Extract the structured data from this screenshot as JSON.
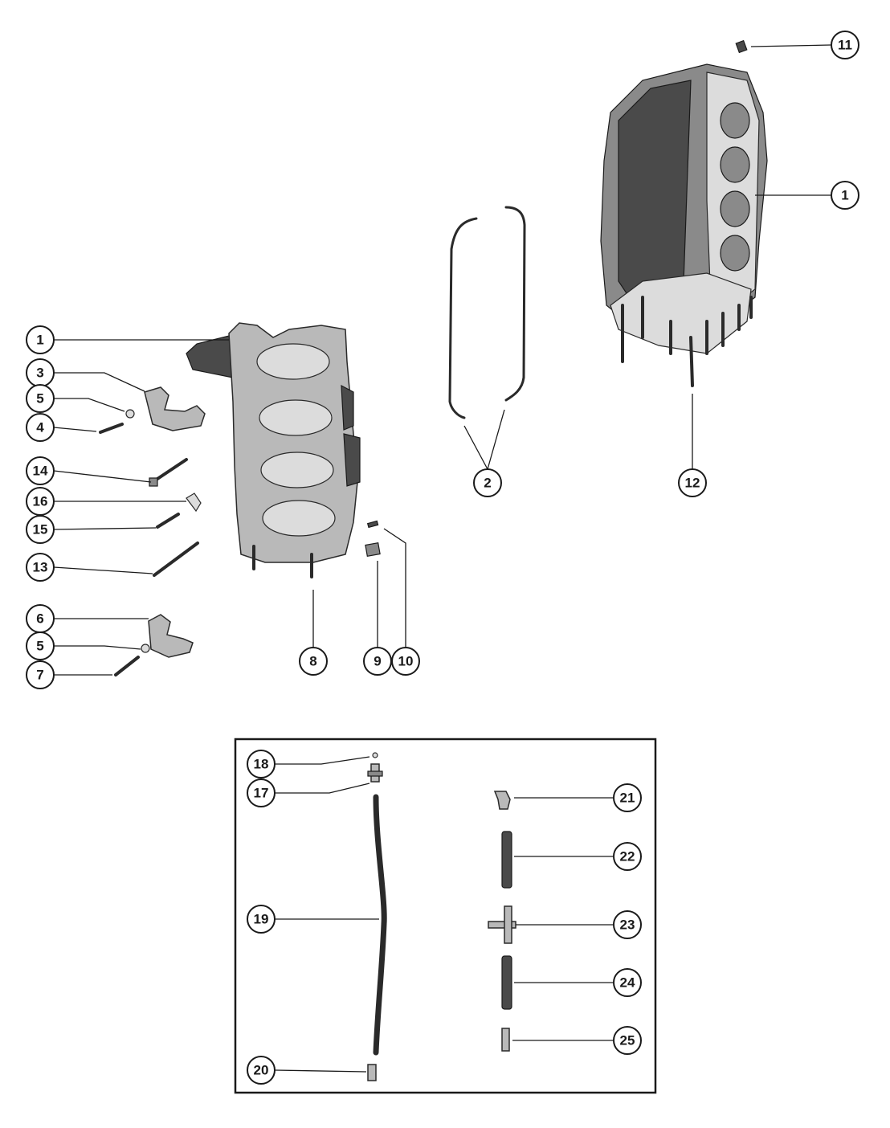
{
  "callouts": [
    {
      "id": "c11",
      "label": "11"
    },
    {
      "id": "c1a",
      "label": "1"
    },
    {
      "id": "c1b",
      "label": "1"
    },
    {
      "id": "c3",
      "label": "3"
    },
    {
      "id": "c5a",
      "label": "5"
    },
    {
      "id": "c4",
      "label": "4"
    },
    {
      "id": "c14",
      "label": "14"
    },
    {
      "id": "c16",
      "label": "16"
    },
    {
      "id": "c15",
      "label": "15"
    },
    {
      "id": "c13",
      "label": "13"
    },
    {
      "id": "c6",
      "label": "6"
    },
    {
      "id": "c5b",
      "label": "5"
    },
    {
      "id": "c7",
      "label": "7"
    },
    {
      "id": "c8",
      "label": "8"
    },
    {
      "id": "c9",
      "label": "9"
    },
    {
      "id": "c10",
      "label": "10"
    },
    {
      "id": "c2",
      "label": "2"
    },
    {
      "id": "c12",
      "label": "12"
    },
    {
      "id": "c18",
      "label": "18"
    },
    {
      "id": "c17",
      "label": "17"
    },
    {
      "id": "c19",
      "label": "19"
    },
    {
      "id": "c20",
      "label": "20"
    },
    {
      "id": "c21",
      "label": "21"
    },
    {
      "id": "c22",
      "label": "22"
    },
    {
      "id": "c23",
      "label": "23"
    },
    {
      "id": "c24",
      "label": "24"
    },
    {
      "id": "c25",
      "label": "25"
    }
  ]
}
